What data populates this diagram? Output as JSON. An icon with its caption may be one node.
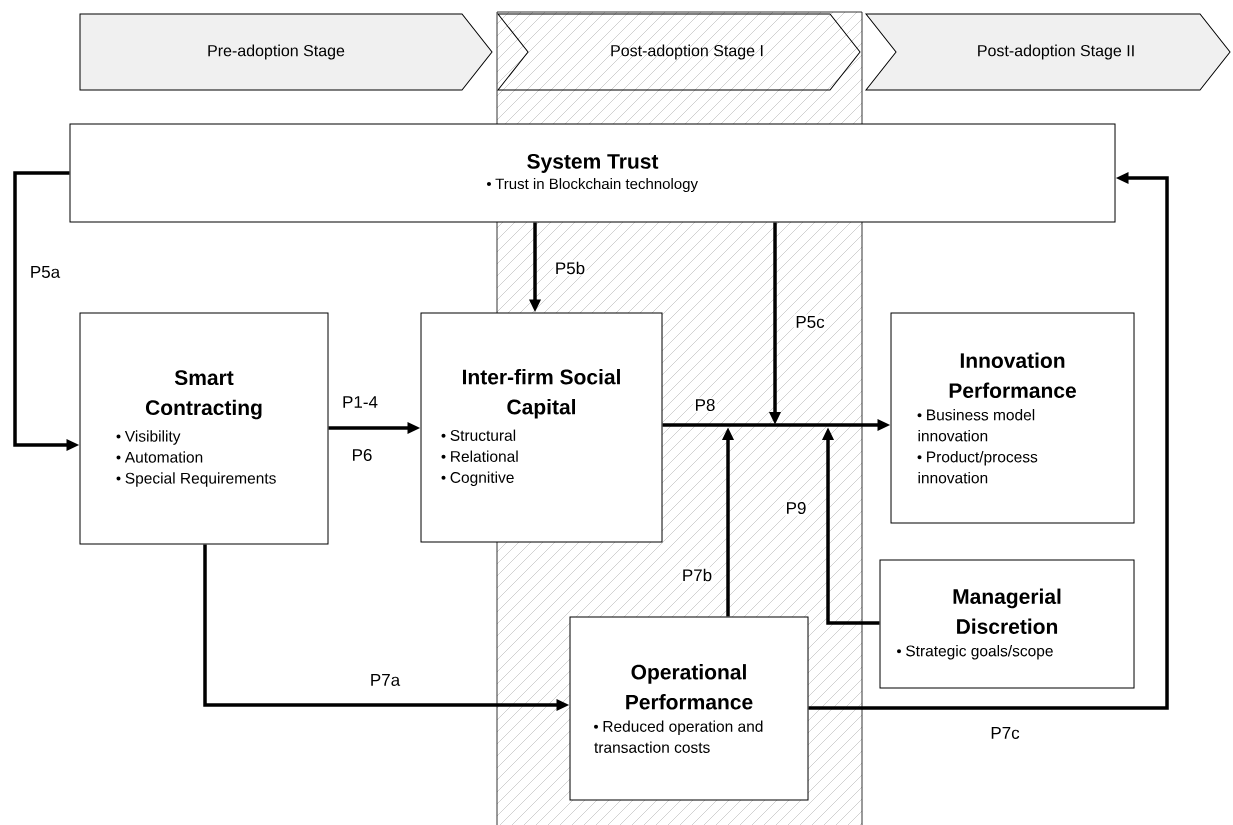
{
  "diagram": {
    "nodes": [
      {
        "text": [
          "Pre-adoption Stage"
        ]
      },
      {
        "text": [
          "Post-adoption Stage I"
        ]
      },
      {
        "text": [
          "Post-adoption Stage II"
        ]
      },
      {
        "text": [
          "System Trust",
          "Trust in Blockchain technology"
        ]
      },
      {
        "text": [
          "Smart Contracting",
          "Visibility",
          "Automation",
          "Special Requirements"
        ]
      },
      {
        "text": [
          "Inter-firm Social Capital",
          "Structural",
          "Relational",
          "Cognitive"
        ]
      },
      {
        "text": [
          "Innovation Performance",
          "Business model innovation",
          "Product/process innovation"
        ]
      },
      {
        "text": [
          "Managerial Discretion",
          "Strategic goals/scope"
        ]
      },
      {
        "text": [
          "Operational Performance",
          "Reduced operation and transaction costs"
        ]
      }
    ],
    "edges": [
      {
        "from": 3,
        "to": 4,
        "arrow": "to",
        "label": "P5a"
      },
      {
        "from": 3,
        "to": 5,
        "arrow": "to",
        "label": "P5b"
      },
      {
        "from": 4,
        "to": 5,
        "arrow": "to",
        "label": "P1-4"
      },
      {
        "from": 5,
        "to": 6,
        "arrow": "to",
        "label": "P8"
      },
      {
        "from": 3,
        "to": null,
        "arrow": "to",
        "label": "P5c"
      },
      {
        "from": 4,
        "to": 8,
        "arrow": "to",
        "label": "P7a"
      },
      {
        "from": 8,
        "to": null,
        "arrow": "to",
        "label": "P7b"
      },
      {
        "from": 7,
        "to": null,
        "arrow": "to",
        "label": "P9"
      },
      {
        "from": 8,
        "to": 3,
        "arrow": "to",
        "label": "P7c"
      }
    ],
    "labels": [
      "P6"
    ]
  }
}
